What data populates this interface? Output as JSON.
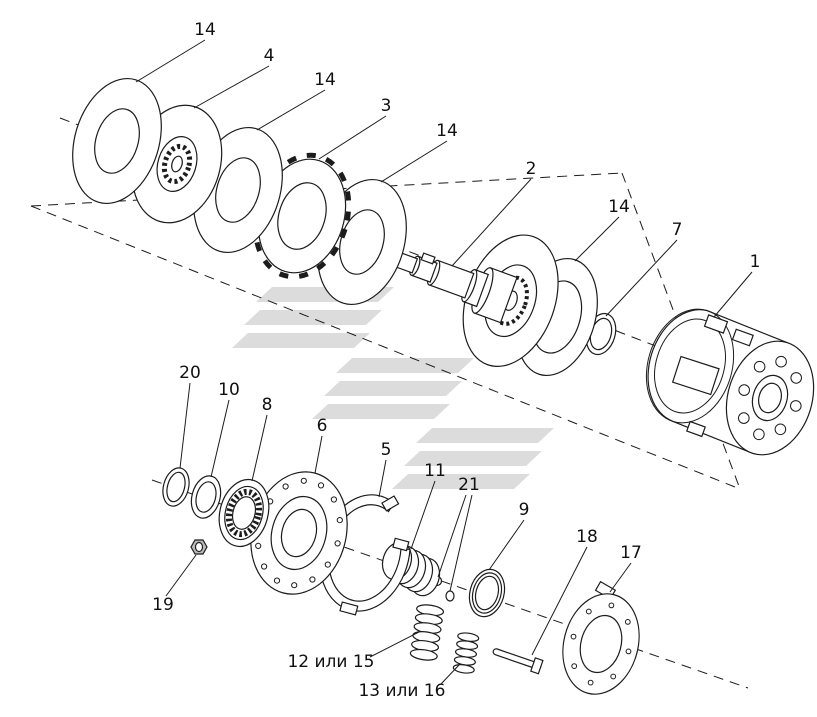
{
  "diagram": {
    "background": "#ffffff",
    "line_color": "#1c1c1c",
    "watermark_color": "#dcdcdc",
    "callouts": {
      "c14a": "14",
      "c4": "4",
      "c14b": "14",
      "c3": "3",
      "c14c": "14",
      "c2": "2",
      "c14d": "14",
      "c7": "7",
      "c1": "1",
      "c20": "20",
      "c10": "10",
      "c8": "8",
      "c6": "6",
      "c5": "5",
      "c11": "11",
      "c21": "21",
      "c9": "9",
      "c18": "18",
      "c17": "17",
      "c19": "19",
      "c12_15": "12 или 15",
      "c13_16": "13 или 16"
    }
  }
}
